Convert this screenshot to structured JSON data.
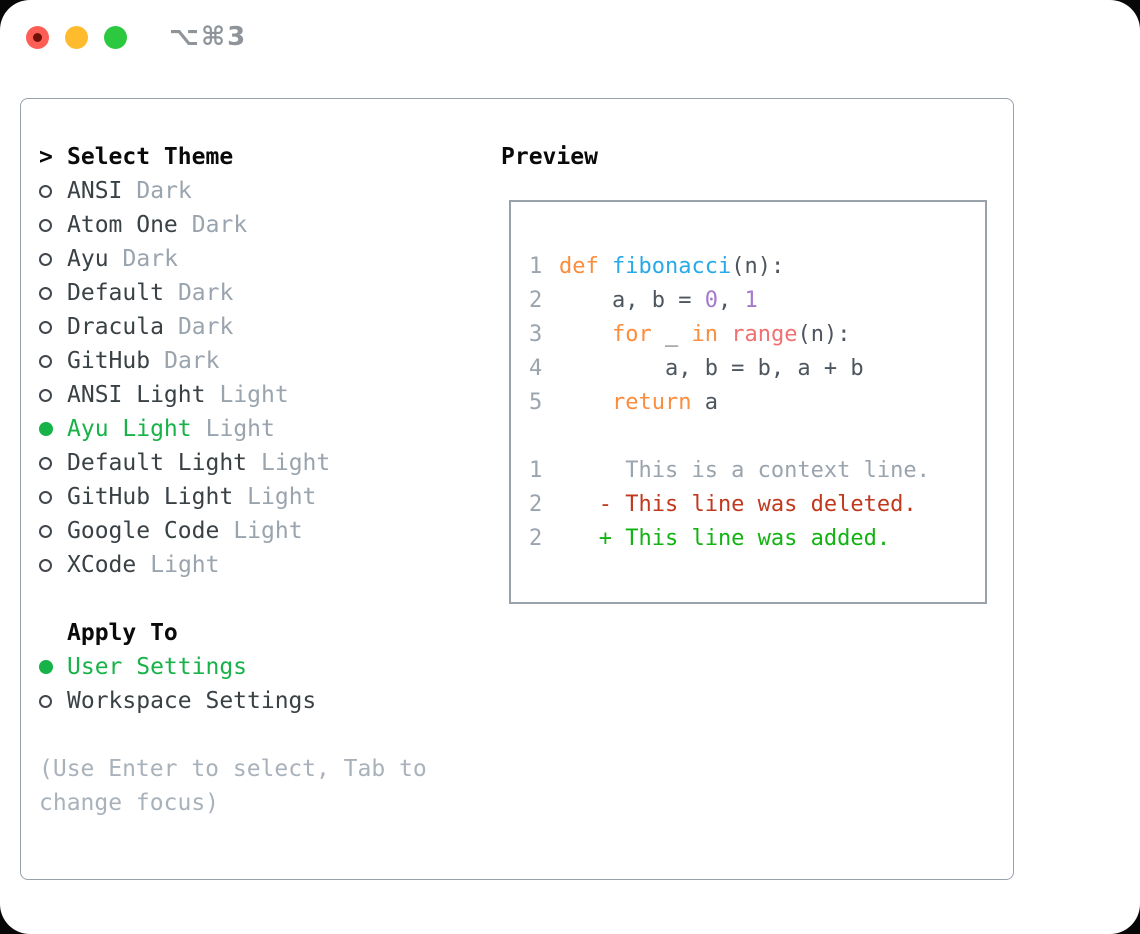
{
  "window": {
    "title": "⌥⌘3"
  },
  "left": {
    "header_marker": ">",
    "header": "Select Theme",
    "themes": [
      {
        "label": "ANSI",
        "variant": "Dark",
        "selected": false
      },
      {
        "label": "Atom One",
        "variant": "Dark",
        "selected": false
      },
      {
        "label": "Ayu",
        "variant": "Dark",
        "selected": false
      },
      {
        "label": "Default",
        "variant": "Dark",
        "selected": false
      },
      {
        "label": "Dracula",
        "variant": "Dark",
        "selected": false
      },
      {
        "label": "GitHub",
        "variant": "Dark",
        "selected": false
      },
      {
        "label": "ANSI Light",
        "variant": "Light",
        "selected": false
      },
      {
        "label": "Ayu Light",
        "variant": "Light",
        "selected": true
      },
      {
        "label": "Default Light",
        "variant": "Light",
        "selected": false
      },
      {
        "label": "GitHub Light",
        "variant": "Light",
        "selected": false
      },
      {
        "label": "Google Code",
        "variant": "Light",
        "selected": false
      },
      {
        "label": "XCode",
        "variant": "Light",
        "selected": false
      }
    ],
    "apply_header": "Apply To",
    "apply_options": [
      {
        "label": "User Settings",
        "selected": true
      },
      {
        "label": "Workspace Settings",
        "selected": false
      }
    ],
    "hint": "(Use Enter to select, Tab to change focus)"
  },
  "preview": {
    "header": "Preview",
    "code_lines": [
      {
        "num": "1",
        "tokens": [
          [
            "def",
            "keyword"
          ],
          [
            " ",
            "code"
          ],
          [
            "fibonacci",
            "function"
          ],
          [
            "(n):",
            "code"
          ]
        ]
      },
      {
        "num": "2",
        "tokens": [
          [
            "    a, b = ",
            "code"
          ],
          [
            "0",
            "number"
          ],
          [
            ", ",
            "code"
          ],
          [
            "1",
            "number"
          ]
        ]
      },
      {
        "num": "3",
        "tokens": [
          [
            "    ",
            "code"
          ],
          [
            "for",
            "keyword"
          ],
          [
            " _ ",
            "code"
          ],
          [
            "in",
            "keyword"
          ],
          [
            " ",
            "code"
          ],
          [
            "range",
            "builtin"
          ],
          [
            "(n):",
            "code"
          ]
        ]
      },
      {
        "num": "4",
        "tokens": [
          [
            "        a, b = b, a + b",
            "code"
          ]
        ]
      },
      {
        "num": "5",
        "tokens": [
          [
            "    ",
            "code"
          ],
          [
            "return",
            "keyword"
          ],
          [
            " a",
            "code"
          ]
        ]
      }
    ],
    "diff_lines": [
      {
        "num": "1",
        "tokens": [
          [
            "     This is a context line.",
            "context"
          ]
        ]
      },
      {
        "num": "2",
        "tokens": [
          [
            "   - This line was deleted.",
            "deleted"
          ]
        ]
      },
      {
        "num": "2",
        "tokens": [
          [
            "   + This line was added.",
            "added"
          ]
        ]
      }
    ]
  },
  "colors": {
    "accent-green": "#17b248",
    "border": "#99a1ab",
    "title-gray": "#8e9499",
    "ink-header": "#0a0a0a",
    "ink-item": "#3a4145",
    "muted": "#9aa4ae",
    "hint": "#a9b2bb",
    "code-text": "#4d565e",
    "linenum": "#9aa4ae",
    "syntax-keyword": "#fa8d3e",
    "syntax-function": "#2aa9e9",
    "syntax-builtin": "#f07171",
    "syntax-number": "#a37acc",
    "diff-deleted": "#c0391f",
    "diff-added": "#12b312",
    "diff-context": "#9aa4ae",
    "traffic-red": "#ff5e57",
    "traffic-red-dot": "#701209",
    "traffic-yellow": "#febb2e",
    "traffic-green": "#2bc840"
  }
}
